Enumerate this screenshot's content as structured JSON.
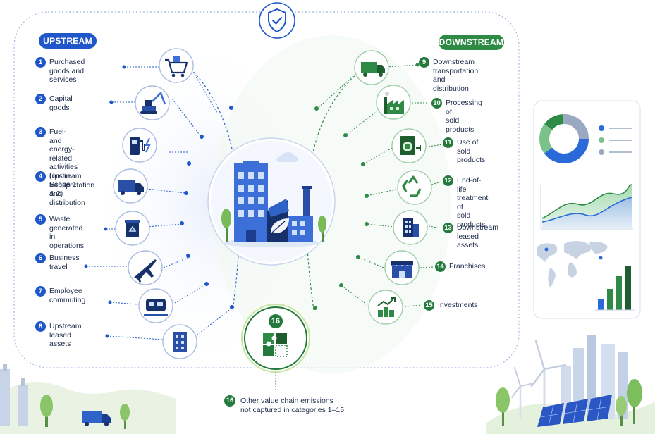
{
  "header": {
    "upstream_label": "UPSTREAM",
    "downstream_label": "DOWNSTREAM"
  },
  "upstream": [
    {
      "num": "1",
      "label": "Purchased\ngoods and services",
      "icon": "shopping-cart-icon"
    },
    {
      "num": "2",
      "label": "Capital goods",
      "icon": "excavator-icon"
    },
    {
      "num": "3",
      "label": "Fuel- and energy-\nrelated activities\n(not in Scope 1 & 2)",
      "icon": "fuel-pump-icon"
    },
    {
      "num": "4",
      "label": "Upstream\ntransportation\nand distribution",
      "icon": "truck-icon"
    },
    {
      "num": "5",
      "label": "Waste generated\nin operations",
      "icon": "recycling-bin-icon"
    },
    {
      "num": "6",
      "label": "Business travel",
      "icon": "airplane-icon"
    },
    {
      "num": "7",
      "label": "Employee\ncommuting",
      "icon": "train-icon"
    },
    {
      "num": "8",
      "label": "Upstream\nleased assets",
      "icon": "office-building-icon"
    }
  ],
  "downstream": [
    {
      "num": "9",
      "label": "Downstream\ntransportation\nand distribution",
      "icon": "truck-icon"
    },
    {
      "num": "10",
      "label": "Processing of\nsold products",
      "icon": "factory-icon"
    },
    {
      "num": "11",
      "label": "Use of\nsold products",
      "icon": "washing-machine-icon"
    },
    {
      "num": "12",
      "label": "End-of-life\ntreatment of\nsold products",
      "icon": "recycle-icon"
    },
    {
      "num": "13",
      "label": "Downstream\nleased assets",
      "icon": "building-icon"
    },
    {
      "num": "14",
      "label": "Franchises",
      "icon": "storefront-icon"
    },
    {
      "num": "15",
      "label": "Investments",
      "icon": "investment-growth-icon"
    }
  ],
  "other": {
    "num": "16",
    "label": "Other value chain emissions\nnot captured in categories 1–15",
    "icon": "puzzle-icon"
  },
  "colors": {
    "upstream": "#1f56c9",
    "downstream": "#237a3c",
    "navy": "#16306b",
    "green": "#2e8a45"
  }
}
